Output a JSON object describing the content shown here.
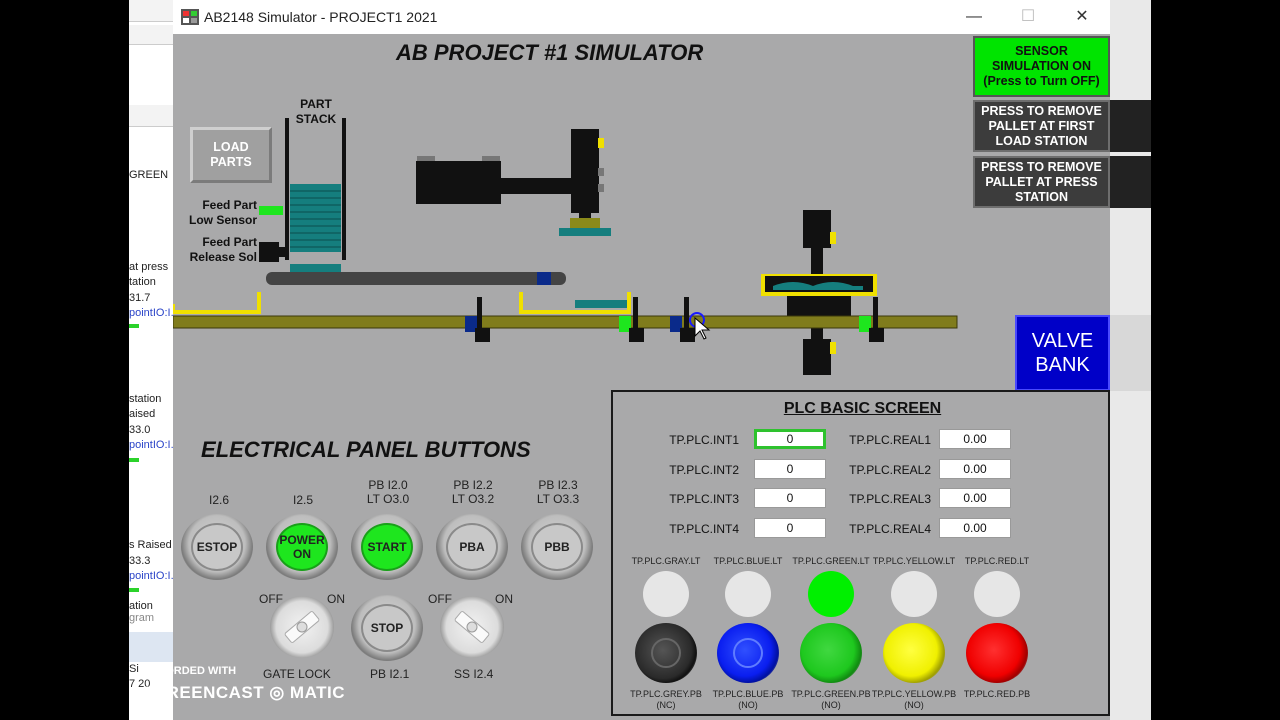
{
  "window": {
    "title": "AB2148 Simulator - PROJECT1 2021",
    "minimize": "—",
    "maximize": "☐",
    "close": "✕"
  },
  "simulator": {
    "title": "AB PROJECT #1 SIMULATOR",
    "sensor_button": "SENSOR SIMULATION ON (Press to Turn OFF)",
    "remove_first_button": "PRESS TO REMOVE PALLET AT FIRST LOAD STATION",
    "remove_press_button": "PRESS TO REMOVE PALLET AT PRESS STATION",
    "load_parts_button": "LOAD PARTS",
    "part_stack_label": "PART STACK",
    "feed_low_label": "Feed Part Low Sensor",
    "feed_release_label": "Feed Part Release Sol",
    "valve_bank_button": "VALVE BANK"
  },
  "electrical_panel": {
    "title": "ELECTRICAL PANEL BUTTONS",
    "buttons": [
      {
        "top": "I2.6",
        "label": "ESTOP",
        "lit": false
      },
      {
        "top": "I2.5",
        "label": "POWER ON",
        "lit": true
      },
      {
        "top": "PB I2.0\nLT O3.0",
        "label": "START",
        "lit": true
      },
      {
        "top": "PB I2.2\nLT O3.2",
        "label": "PBA",
        "lit": false
      },
      {
        "top": "PB I2.3\nLT O3.3",
        "label": "PBB",
        "lit": false
      }
    ],
    "gate_lock": {
      "off": "OFF",
      "on": "ON",
      "label": "GATE LOCK"
    },
    "stop": {
      "label": "STOP",
      "bottom": "PB I2.1"
    },
    "ss": {
      "off": "OFF",
      "on": "ON",
      "label": "SS I2.4"
    }
  },
  "plc": {
    "title": "PLC BASIC SCREEN",
    "ints": [
      {
        "tag": "TP.PLC.INT1",
        "value": "0"
      },
      {
        "tag": "TP.PLC.INT2",
        "value": "0"
      },
      {
        "tag": "TP.PLC.INT3",
        "value": "0"
      },
      {
        "tag": "TP.PLC.INT4",
        "value": "0"
      }
    ],
    "reals": [
      {
        "tag": "TP.PLC.REAL1",
        "value": "0.00"
      },
      {
        "tag": "TP.PLC.REAL2",
        "value": "0.00"
      },
      {
        "tag": "TP.PLC.REAL3",
        "value": "0.00"
      },
      {
        "tag": "TP.PLC.REAL4",
        "value": "0.00"
      }
    ],
    "lights": [
      {
        "label": "TP.PLC.GRAY.LT",
        "on": false
      },
      {
        "label": "TP.PLC.BLUE.LT",
        "on": false
      },
      {
        "label": "TP.PLC.GREEN.LT",
        "on": true
      },
      {
        "label": "TP.PLC.YELLOW.LT",
        "on": false
      },
      {
        "label": "TP.PLC.RED.LT",
        "on": false
      }
    ],
    "pushbuttons": [
      {
        "label": "TP.PLC.GREY.PB",
        "sub": "(NC)",
        "color": "#3a3a3a"
      },
      {
        "label": "TP.PLC.BLUE.PB",
        "sub": "(NO)",
        "color": "#0a1ef0"
      },
      {
        "label": "TP.PLC.GREEN.PB",
        "sub": "(NO)",
        "color": "#1ec81e"
      },
      {
        "label": "TP.PLC.YELLOW.PB",
        "sub": "(NO)",
        "color": "#f0f000"
      },
      {
        "label": "TP.PLC.RED.PB",
        "sub": "",
        "color": "#f00000"
      }
    ]
  },
  "background_app": {
    "lines": [
      "GREEN",
      "at press",
      "tation",
      "31.7",
      "pointIO:I.",
      "station",
      "aised",
      "33.0",
      "pointIO:I.",
      "s Raised",
      "33.3",
      "pointIO:I.",
      "ation",
      "gram",
      "Si",
      "7 20"
    ]
  },
  "watermark": {
    "line1": "RECORDED WITH",
    "line2": "SCREENCAST ◎ MATIC"
  },
  "colors": {
    "accent_green": "#00e400",
    "valve_blue": "#0000c8",
    "panel_gray": "#a9a9aa"
  }
}
